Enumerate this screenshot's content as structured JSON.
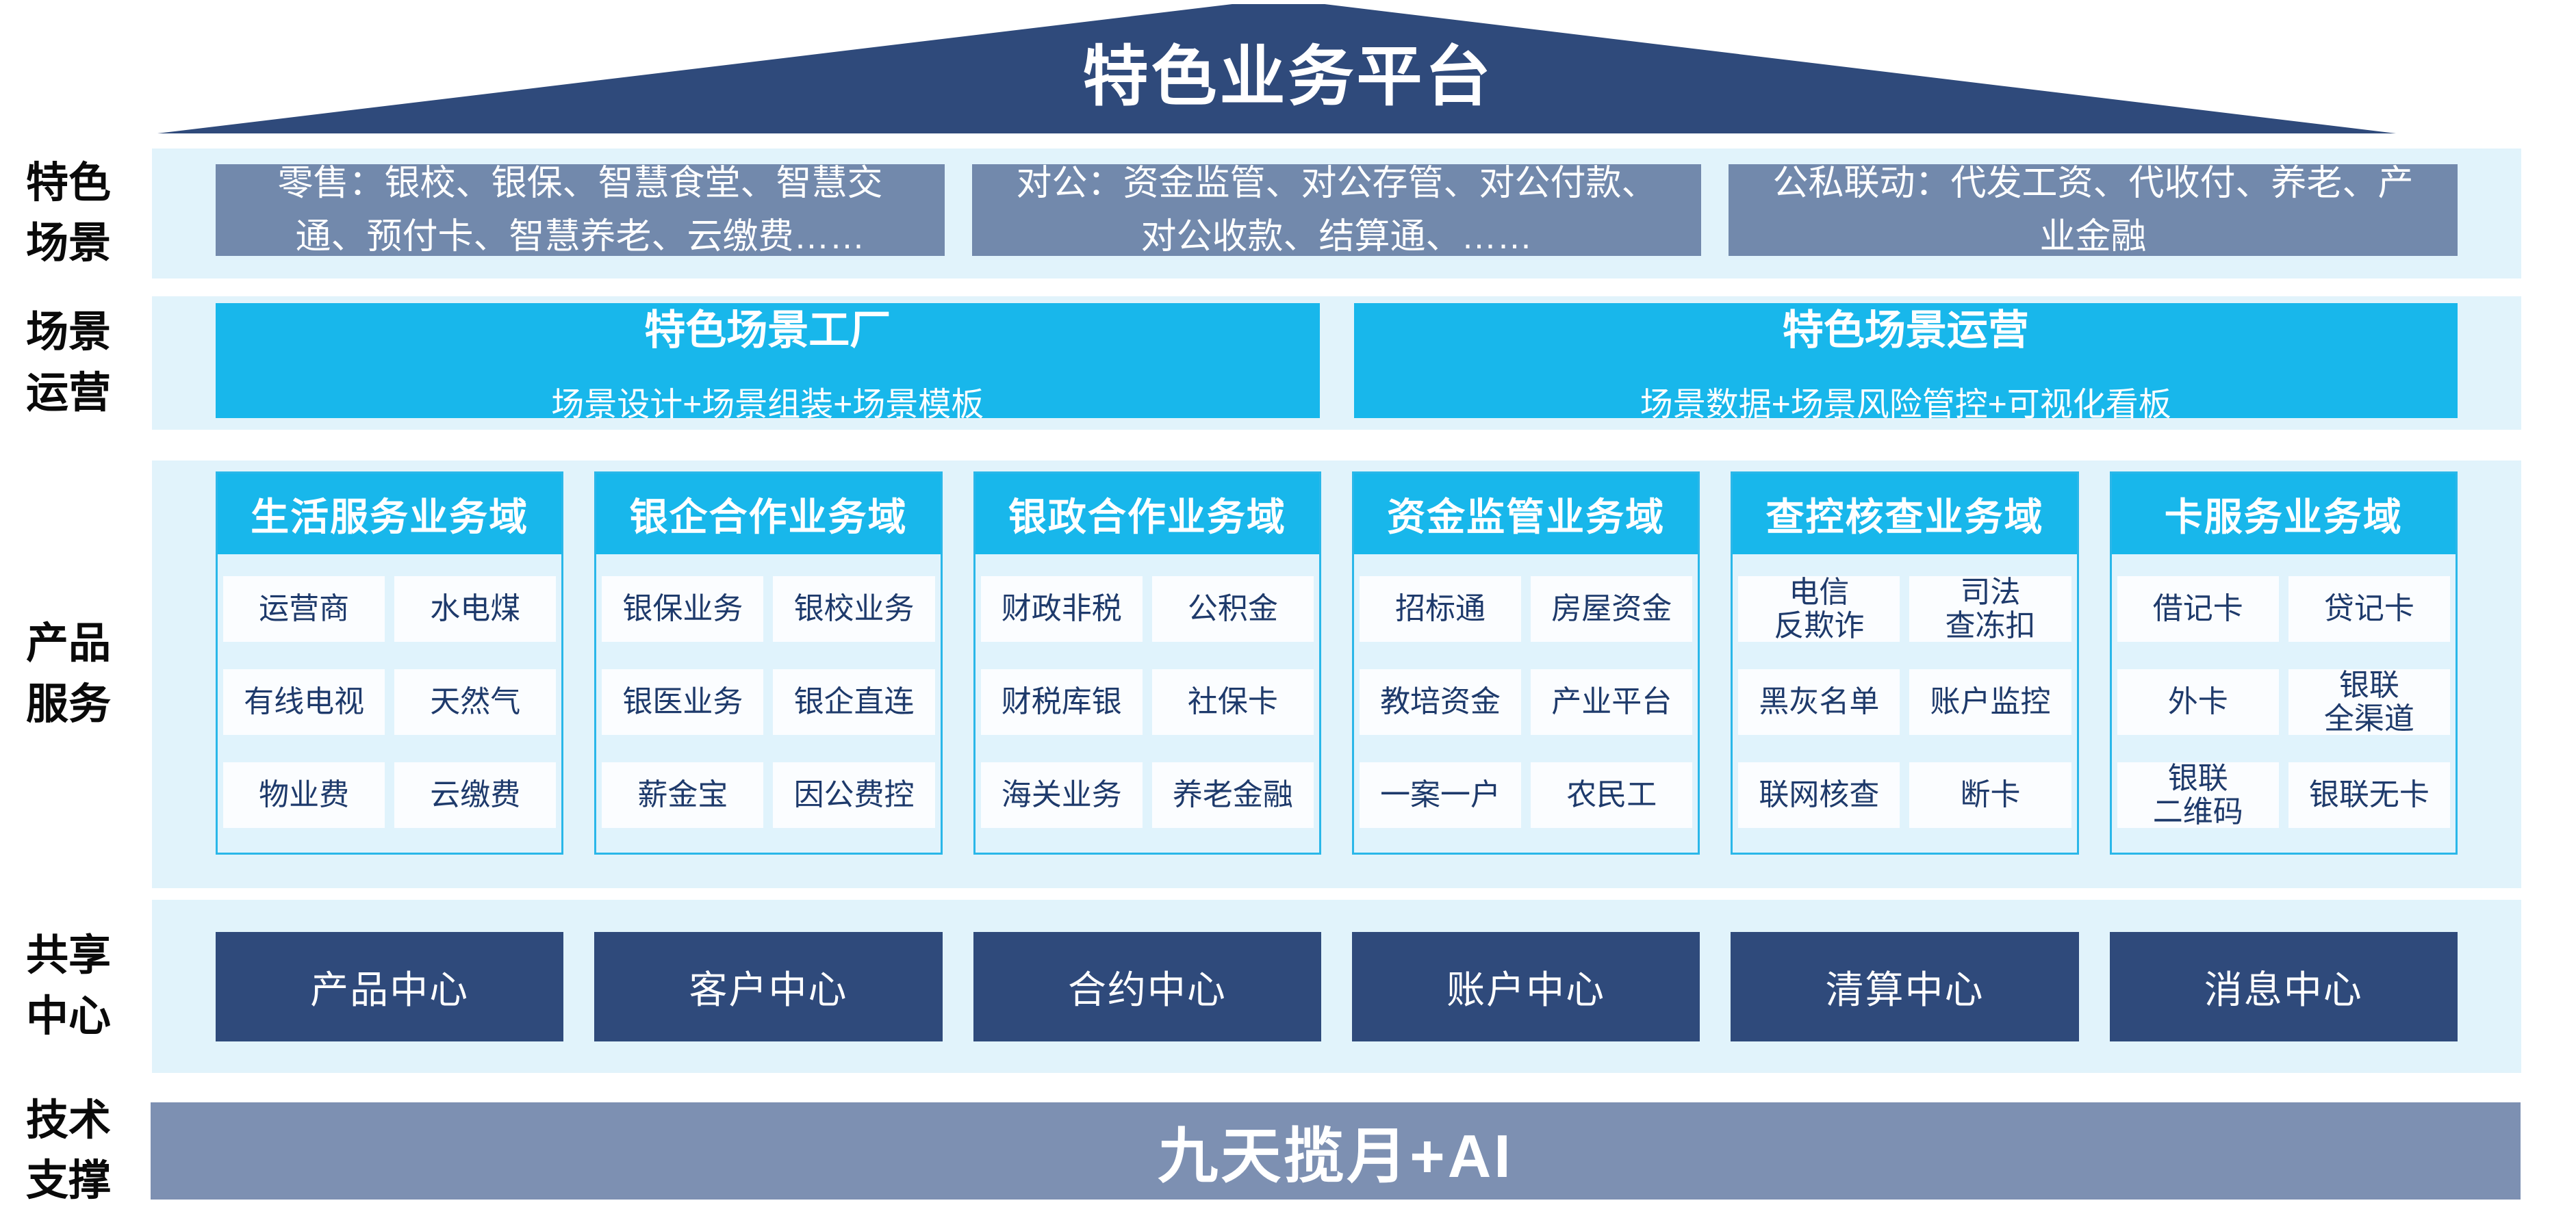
{
  "title": "特色业务平台",
  "colors": {
    "dark_blue": "#2F4A7B",
    "cyan": "#18B7EB",
    "gray_blue_box": "#7289AC",
    "tech_bar_blue": "#7D90B2",
    "band_light_blue": "#E1F3FB",
    "item_bg": "#FBFDFF",
    "item_text": "#1E3A6B"
  },
  "rows": {
    "scene": {
      "label": "特色\n场景",
      "boxes": [
        "零售：银校、银保、智慧食堂、智慧交通、预付卡、智慧养老、云缴费……",
        "对公：资金监管、对公存管、对公付款、对公收款、结算通、……",
        "公私联动：代发工资、代收付、养老、产业金融"
      ]
    },
    "operation": {
      "label": "场景\n运营",
      "boxes": [
        {
          "title": "特色场景工厂",
          "subtitle": "场景设计+场景组装+场景模板"
        },
        {
          "title": "特色场景运营",
          "subtitle": "场景数据+场景风险管控+可视化看板"
        }
      ]
    },
    "products": {
      "label": "产品\n服务",
      "domains": [
        {
          "header": "生活服务业务域",
          "items": [
            "运营商",
            "水电煤",
            "有线电视",
            "天然气",
            "物业费",
            "云缴费"
          ]
        },
        {
          "header": "银企合作业务域",
          "items": [
            "银保业务",
            "银校业务",
            "银医业务",
            "银企直连",
            "薪金宝",
            "因公费控"
          ]
        },
        {
          "header": "银政合作业务域",
          "items": [
            "财政非税",
            "公积金",
            "财税库银",
            "社保卡",
            "海关业务",
            "养老金融"
          ]
        },
        {
          "header": "资金监管业务域",
          "items": [
            "招标通",
            "房屋资金",
            "教培资金",
            "产业平台",
            "一案一户",
            "农民工"
          ]
        },
        {
          "header": "查控核查业务域",
          "items": [
            "电信\n反欺诈",
            "司法\n查冻扣",
            "黑灰名单",
            "账户监控",
            "联网核查",
            "断卡"
          ]
        },
        {
          "header": "卡服务业务域",
          "items": [
            "借记卡",
            "贷记卡",
            "外卡",
            "银联\n全渠道",
            "银联\n二维码",
            "银联无卡"
          ]
        }
      ]
    },
    "sharing": {
      "label": "共享\n中心",
      "centers": [
        "产品中心",
        "客户中心",
        "合约中心",
        "账户中心",
        "清算中心",
        "消息中心"
      ]
    },
    "tech": {
      "label": "技术\n支撑",
      "platform": "九天揽月+AI"
    }
  }
}
